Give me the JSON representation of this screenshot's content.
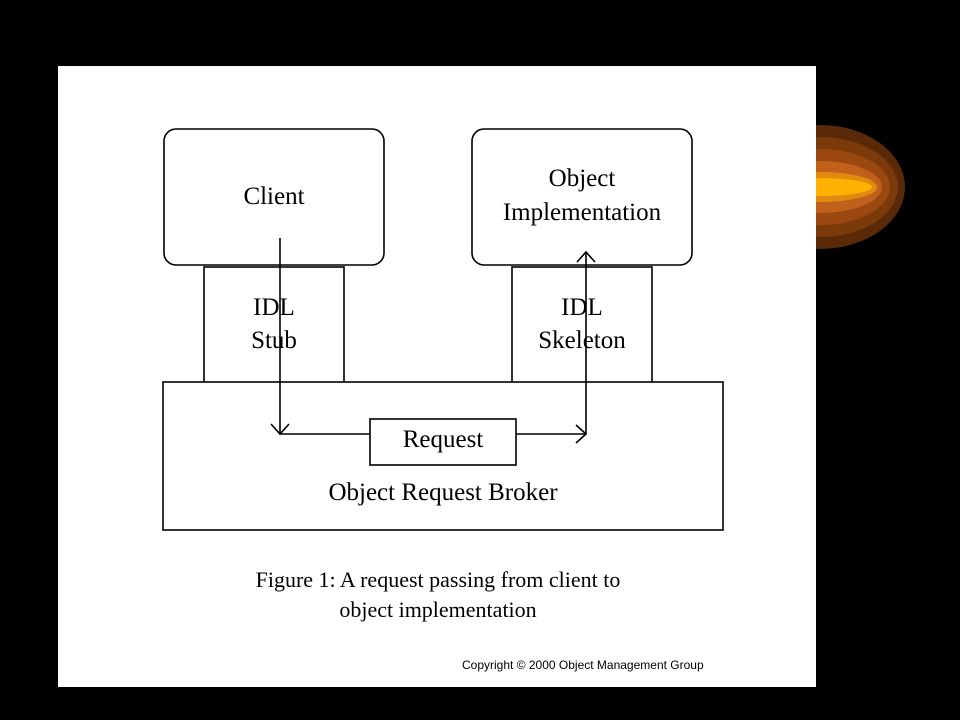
{
  "diagram": {
    "client_label": "Client",
    "object_impl_label": "Object\nImplementation",
    "idl_stub_label": "IDL\nStub",
    "idl_skeleton_label": "IDL\nSkeleton",
    "request_label": "Request",
    "orb_label": "Object Request Broker"
  },
  "caption": {
    "line1": "Figure 1: A request passing from client to",
    "line2": "object implementation"
  },
  "copyright": "Copyright © 2000 Object Management Group",
  "colors": {
    "background": "#000000",
    "panel": "#ffffff",
    "flame_outer": "#7a3a0a",
    "flame_mid": "#c0601a",
    "flame_inner": "#ffb000"
  }
}
